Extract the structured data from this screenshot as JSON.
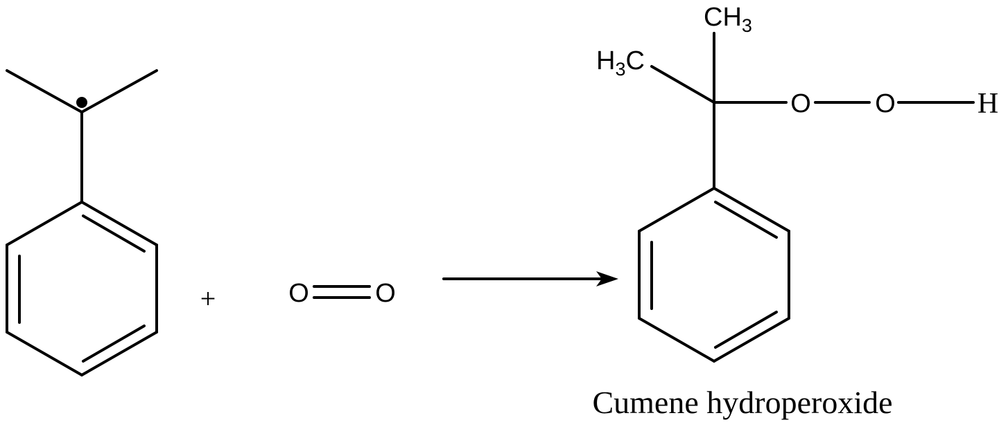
{
  "reaction": {
    "reactant1": {
      "radical_symbol": "•"
    },
    "plus_sign": "+",
    "reactant2": {
      "atom_left": "O",
      "atom_right": "O"
    },
    "product": {
      "methyl_top_main": "CH",
      "methyl_top_sub": "3",
      "methyl_left_h": "H",
      "methyl_left_sub": "3",
      "methyl_left_c": "C",
      "oxygen_1": "O",
      "oxygen_2": "O",
      "hydrogen": "H",
      "name": "Cumene hydroperoxide"
    }
  },
  "colors": {
    "ink": "#000000",
    "background": "#ffffff"
  }
}
